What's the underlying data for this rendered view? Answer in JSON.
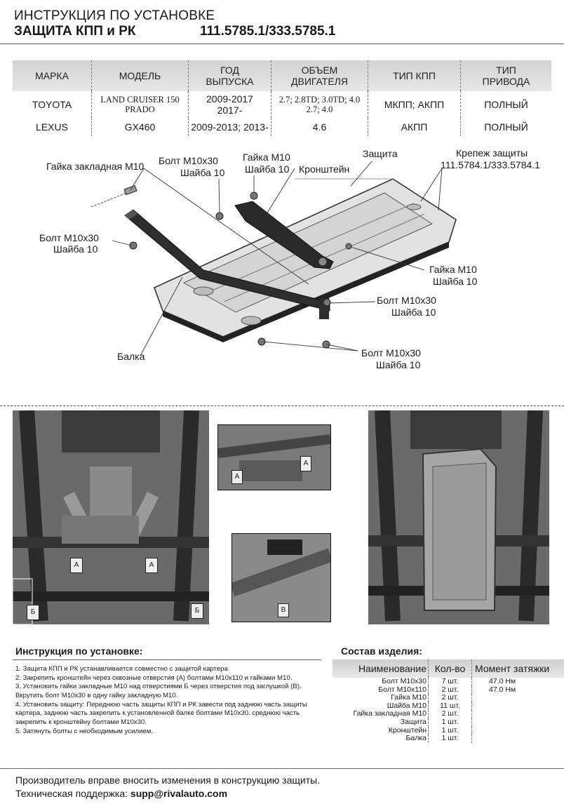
{
  "header": {
    "title_line1": "ИНСТРУКЦИЯ ПО УСТАНОВКЕ",
    "title_line2": "ЗАЩИТА КПП и РК",
    "part_number": "111.5785.1/333.5785.1"
  },
  "spec_table": {
    "headers": [
      "МАРКА",
      "МОДЕЛЬ",
      "ГОД\nВЫПУСКА",
      "ОБЪЕМ\nДВИГАТЕЛЯ",
      "ТИП КПП",
      "ТИП\nПРИВОДА"
    ],
    "rows": [
      [
        "TOYOTA",
        "LAND CRUISER 150\nPRADO",
        "2009-2017\n2017-",
        "2.7; 2.8TD; 3.0TD; 4.0\n2.7; 4.0",
        "МКПП; АКПП",
        "ПОЛНЫЙ"
      ],
      [
        "LEXUS",
        "GX460",
        "2009-2013; 2013-",
        "4.6",
        "АКПП",
        "ПОЛНЫЙ"
      ]
    ]
  },
  "callouts": {
    "nut_embedded": "Гайка закладная М10",
    "bolt_top_1": "Болт М10х30",
    "washer_top_1": "Шайба 10",
    "nut_top": "Гайка М10",
    "washer_top_2": "Шайба 10",
    "bracket": "Кронштейн",
    "guard": "Защита",
    "fastener_1": "Крепеж защиты",
    "fastener_2": "111.5784.1/333.5784.1",
    "bolt_left": "Болт М10х30",
    "washer_left": "Шайба 10",
    "nut_right": "Гайка М10",
    "washer_right": "Шайба 10",
    "bolt_mid": "Болт М10х30",
    "washer_mid": "Шайба 10",
    "beam": "Балка",
    "bolt_bottom": "Болт М10х30",
    "washer_bottom": "Шайба 10"
  },
  "photo_markers": {
    "a": "А",
    "b": "Б",
    "v": "В"
  },
  "instructions": {
    "title": "Инструкция по установке:",
    "steps": [
      "1. Защита КПП и РК устанавливается совместно с защитой картера",
      " 2. Закрепить кронштейн через сквозные отверстия (А) болтами М10х110 и гайками М10.",
      " 3. Установить гайки закладные М10 над отверстиями Б через отверстия под заглушкой (В). Вкрутить болт М10х30 в одну гайку закладную М10.",
      " 4. Установить защиту: Переднюю часть защиты КПП и РК завести под заднюю часть защиты картера, заднюю часть закрепить к установленной балке болтами М10х30. среднюю часть закрепить к кронштейну болтами М10х30.",
      " 5. Затянуть болты с необходимым усилием."
    ]
  },
  "composition": {
    "title": "Состав изделия:",
    "headers": [
      "Наименование",
      "Кол-во",
      "Момент затяжки"
    ],
    "rows": [
      [
        "Болт М10х30",
        "7 шт.",
        "47.0 Нм"
      ],
      [
        "Болт М10х110",
        "2 шт.",
        "47.0 Нм"
      ],
      [
        "Гайка М10",
        "2 шт.",
        ""
      ],
      [
        "Шайба М10",
        "11 шт.",
        ""
      ],
      [
        "Гайка закладная М10",
        "2 шт.",
        ""
      ],
      [
        "Защита",
        "1 шт.",
        ""
      ],
      [
        "Кронштейн",
        "1 шт.",
        ""
      ],
      [
        "Балка",
        "1 шт.",
        ""
      ]
    ]
  },
  "footer": {
    "line1": "Производитель вправе вносить изменения в конструкцию защиты.",
    "support_label": "Техническая поддержка:",
    "support_email": "supp@rivalauto.com"
  }
}
